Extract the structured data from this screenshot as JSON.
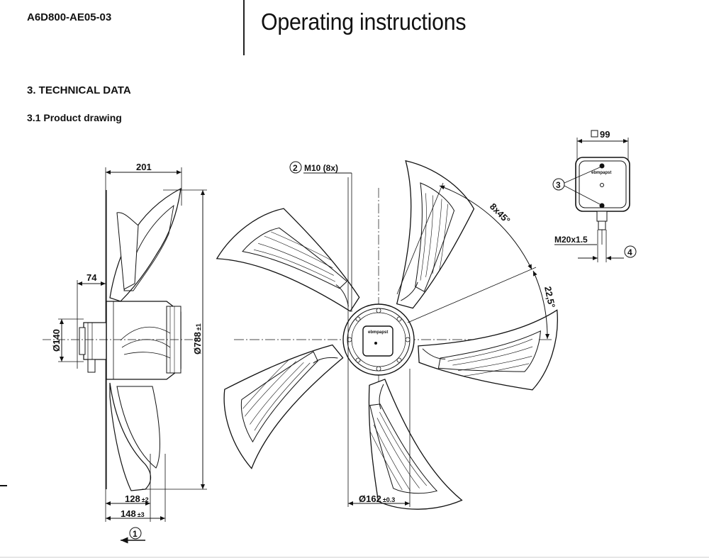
{
  "header": {
    "model": "A6D800-AE05-03",
    "title": "Operating instructions"
  },
  "section": {
    "heading": "3. TECHNICAL DATA",
    "subheading": "3.1 Product drawing"
  },
  "drawing": {
    "side_view": {
      "width_total": "201",
      "hub_depth": "74",
      "motor_diameter": "Ø140",
      "fan_diameter": "Ø788",
      "fan_diameter_tol": "±1",
      "depth_1": "128",
      "depth_1_tol": "±2",
      "depth_2": "148",
      "depth_2_tol": "±3",
      "airflow_callout": "1"
    },
    "front_view": {
      "thread_callout": "2",
      "thread": "M10 (8x)",
      "angle_bolts": "8x45°",
      "angle_offset": "22,5°",
      "hub_diameter": "Ø162",
      "hub_diameter_tol": "±0.3",
      "logo_text": "ebmpapst"
    },
    "terminal_box": {
      "size": "99",
      "screws_callout": "3",
      "gland": "M20x1.5",
      "cable_callout": "4",
      "logo_text": "ebmpapst"
    }
  }
}
